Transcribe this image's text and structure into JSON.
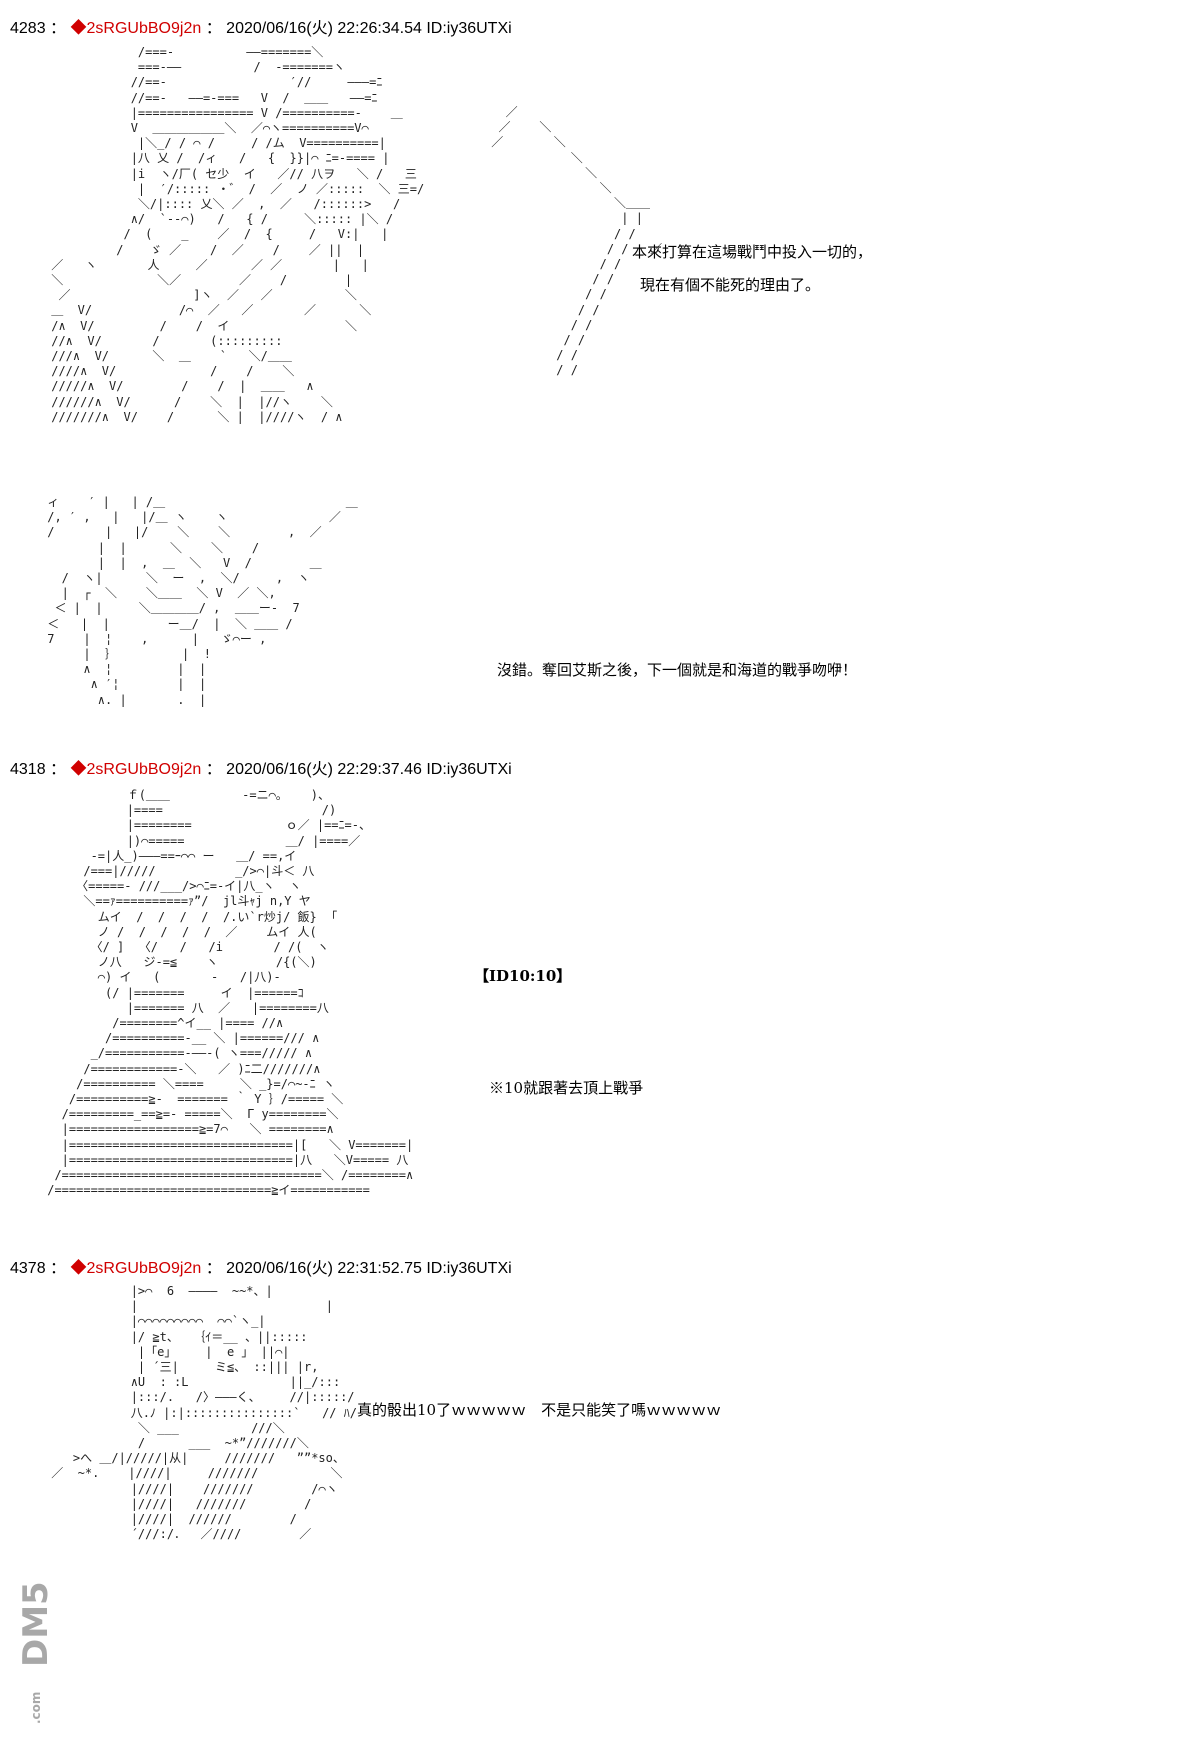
{
  "posts": [
    {
      "header": {
        "number": "4283",
        "sep": "：",
        "trip": "◆2sRGUbBO9j2n",
        "sep2": "：",
        "datetime": "2020/06/16(火) 22:26:34.54 ID:iy36UTXi"
      },
      "lines": [
        "本來打算在這場戰鬥中投入一切的，",
        "現在有個不能死的理由了。",
        "沒錯。奪回艾斯之後，下一個就是和海道的戰爭吻咿！"
      ]
    },
    {
      "header": {
        "number": "4318",
        "sep": "：",
        "trip": "◆2sRGUbBO9j2n",
        "sep2": "：",
        "datetime": "2020/06/16(火) 22:29:37.46 ID:iy36UTXi"
      },
      "lines": [
        "【ID10:10】",
        "※10就跟著去頂上戰爭"
      ]
    },
    {
      "header": {
        "number": "4378",
        "sep": "：",
        "trip": "◆2sRGUbBO9j2n",
        "sep2": "：",
        "datetime": "2020/06/16(火) 22:31:52.75 ID:iy36UTXi"
      },
      "lines": [
        "真的骰出10了ｗｗｗｗｗ　不是只能笑了嗎ｗｗｗｗｗ"
      ]
    }
  ],
  "watermark": {
    "text": "DM5",
    "sub": ".com"
  }
}
